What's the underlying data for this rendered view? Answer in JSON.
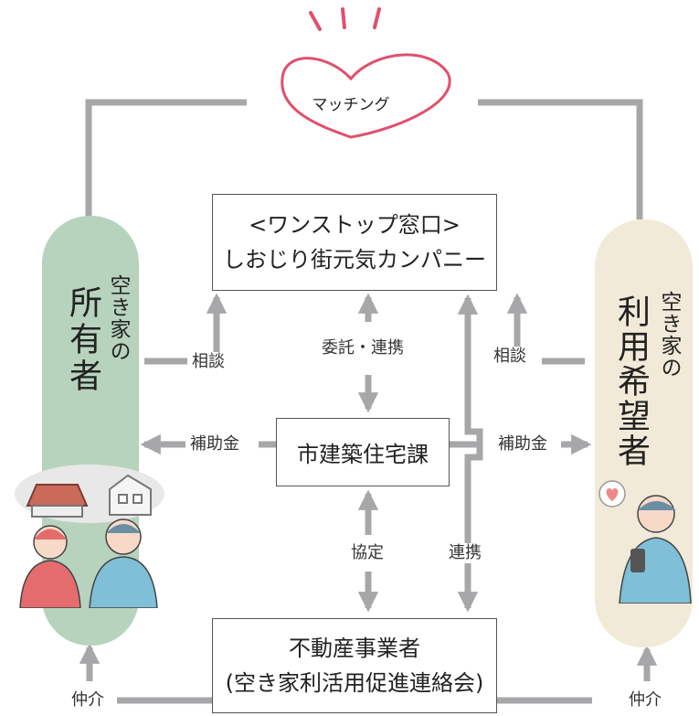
{
  "boxes": {
    "one_stop_line1": "<ワンストップ窓口>",
    "one_stop_line2": "しおじり街元気カンパニー",
    "city_office": "市建築住宅課",
    "realtor_line1": "不動産事業者",
    "realtor_line2": "(空き家利活用促進連絡会)"
  },
  "owner": {
    "small": "空き家の",
    "big": "所有者"
  },
  "user": {
    "small": "空き家の",
    "big": "利用希望者"
  },
  "matching": "マッチング",
  "labels": {
    "consult_left": "相談",
    "consult_right": "相談",
    "entrust": "委託・連携",
    "subsidy_left": "補助金",
    "subsidy_right": "補助金",
    "agreement": "協定",
    "cooperation": "連携",
    "brokerage_left": "仲介",
    "brokerage_right": "仲介"
  },
  "colors": {
    "arrow": "#a7a7aa",
    "owner_bg": "#b7d3bd",
    "user_bg": "#f2ead8",
    "heart": "#e0506e",
    "owner_shirt_woman": "#e46c6c",
    "owner_shirt_man": "#7fbfd8"
  }
}
